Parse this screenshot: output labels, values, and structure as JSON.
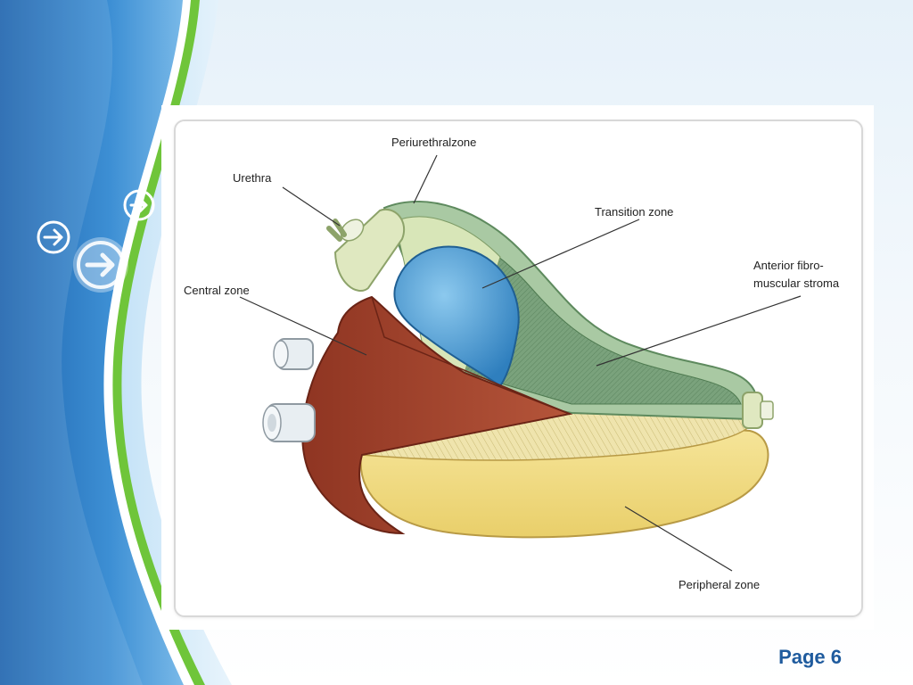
{
  "slide": {
    "page_label": "Page 6"
  },
  "diagram": {
    "labels": {
      "periurethral_zone": "Periurethralzone",
      "urethra": "Urethra",
      "transition_zone": "Transition zone",
      "anterior_stroma_line1": "Anterior fibro-",
      "anterior_stroma_line2": "muscular stroma",
      "central_zone": "Central zone",
      "peripheral_zone": "Peripheral zone"
    }
  },
  "icons": [
    "arrow-right-icon",
    "arrow-right-icon",
    "arrow-right-icon"
  ],
  "colors": {
    "brand_blue": "#2a6fb8",
    "accent_green": "#6fc53a",
    "page_number": "#1f5b9e",
    "central_zone": "#a8472f",
    "transition_zone": "#4e9cd2",
    "peripheral_zone": "#f0dc86",
    "stroma": "#8fb58e",
    "urethra": "#dfe8c0"
  }
}
